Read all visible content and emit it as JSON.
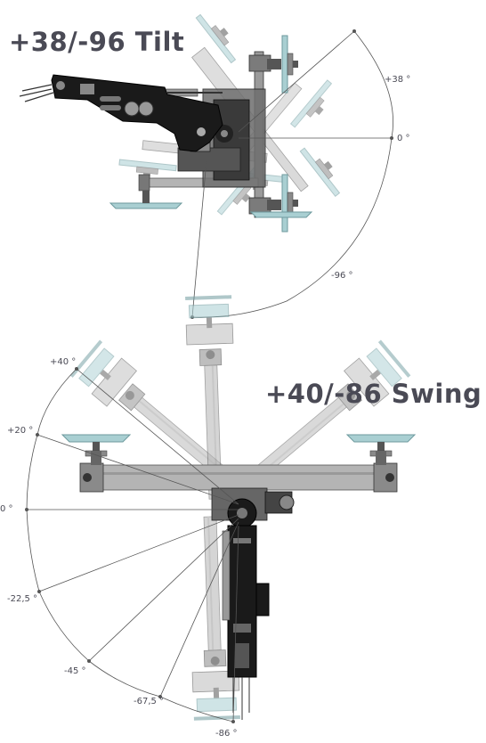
{
  "colors": {
    "text": "#4a4a55",
    "line": "#555555",
    "metal": "#7b7b7b",
    "metal_light": "#b4b4b4",
    "metal_dark": "#3a3a3a",
    "black_part": "#1a1a1a",
    "glass": "#a9cfd2",
    "glass_edge": "#6e9a9e",
    "bg": "#ffffff"
  },
  "tilt": {
    "title": "+38/-96 Tilt",
    "labels": {
      "plus38": "+38 °",
      "zero": "0 °",
      "minus96": "-96 °"
    }
  },
  "swing": {
    "title": "+40/-86 Swing",
    "labels": {
      "plus40": "+40 °",
      "plus20": "+20 °",
      "zero": "0 °",
      "minus22_5": "-22,5 °",
      "minus45": "-45 °",
      "minus67_5": "-67,5 °",
      "minus86": "-86 °"
    }
  }
}
